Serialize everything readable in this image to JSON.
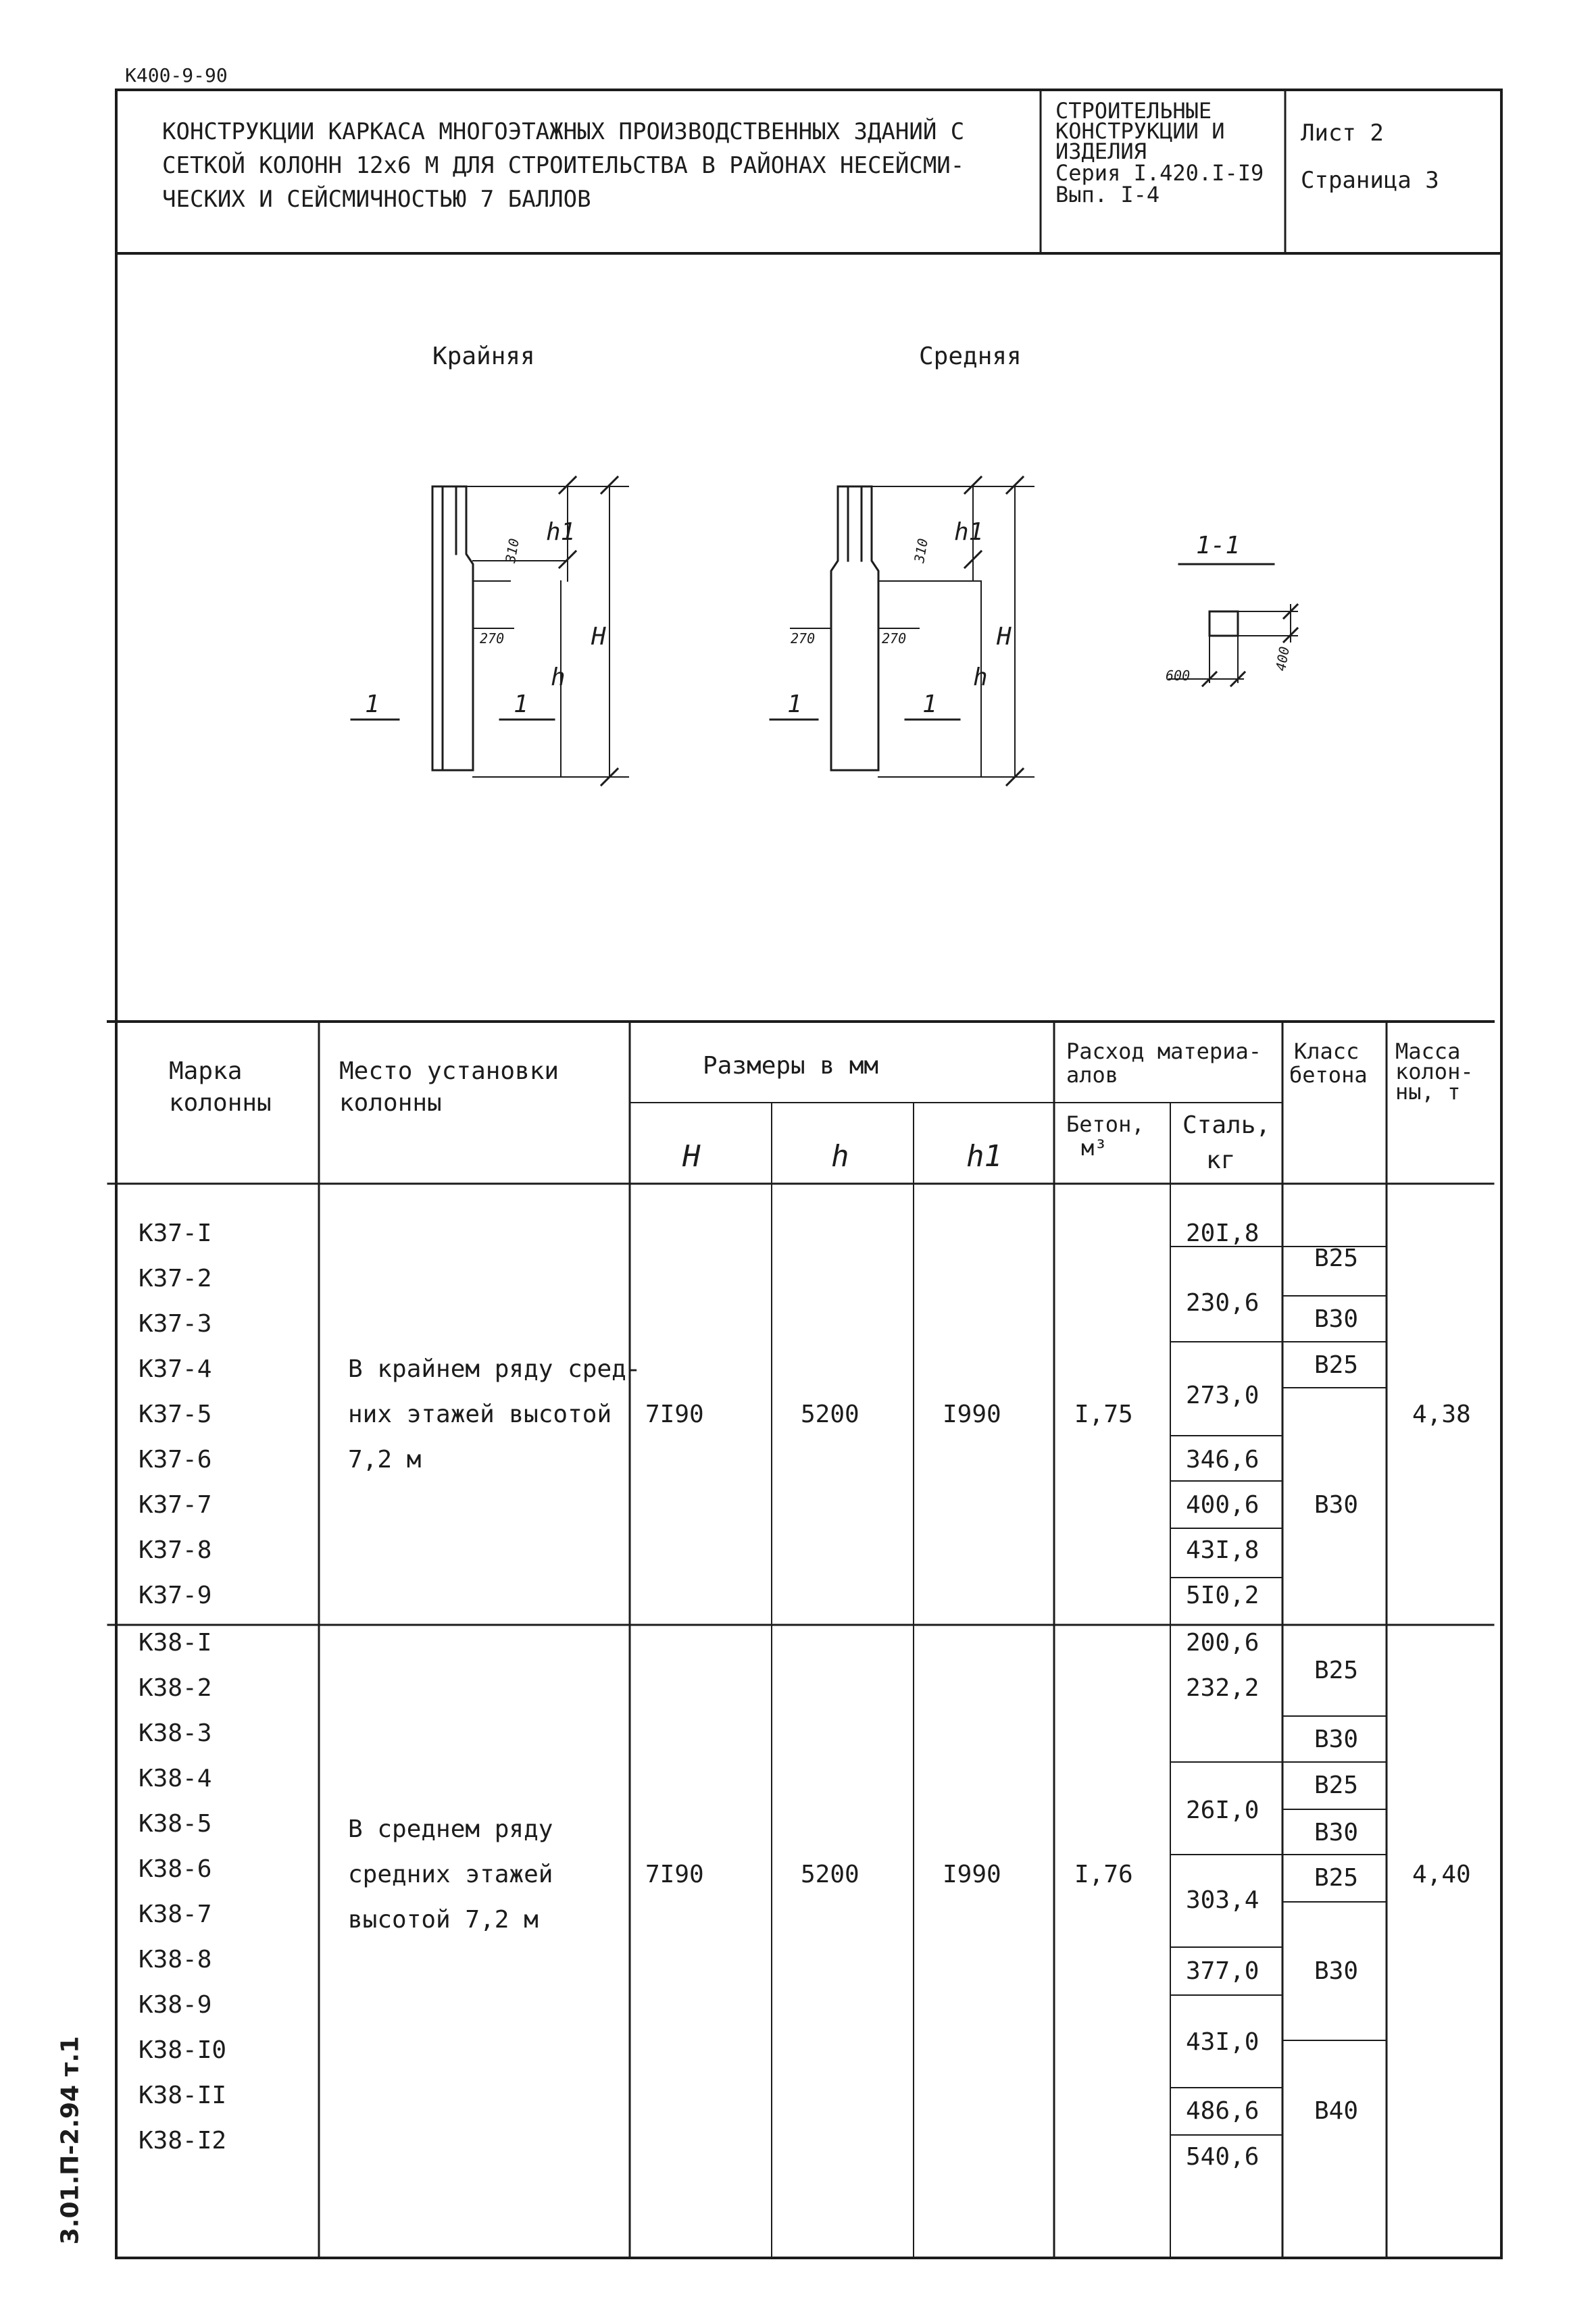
{
  "doc_code": "К400-9-90",
  "side_stamp": "3.01.П-2.94 т.1",
  "header": {
    "title_lines": [
      "КОНСТРУКЦИИ КАРКАСА МНОГОЭТАЖНЫХ ПРОИЗВОДСТВЕННЫХ ЗДАНИЙ С",
      "СЕТКОЙ КОЛОНН 12х6 М ДЛЯ СТРОИТЕЛЬСТВА В РАЙОНАХ НЕСЕЙСМИ-",
      "ЧЕСКИХ И СЕЙСМИЧНОСТЬЮ 7 БАЛЛОВ"
    ],
    "category_lines": [
      "СТРОИТЕЛЬНЫЕ",
      "КОНСТРУКЦИИ И",
      "ИЗДЕЛИЯ",
      "Серия I.420.I-I9",
      "Вып. I-4"
    ],
    "sheet": "Лист  2",
    "page": "Страница  3"
  },
  "drawing": {
    "title_edge": "Крайняя",
    "title_middle": "Средняя",
    "section_label": "1-1",
    "cut_label": "1",
    "dim_310": "310",
    "dim_270": "270",
    "dim_600": "600",
    "dim_400": "400",
    "dim_H": "Н",
    "dim_h": "h",
    "dim_h1": "h1"
  },
  "table": {
    "headers": {
      "mark": [
        "Марка",
        "колонны"
      ],
      "place": [
        "Место установки",
        "колонны"
      ],
      "dims": "Размеры в мм",
      "dim_H": "Н",
      "dim_h": "h",
      "dim_h1": "h1",
      "materials": [
        "Расход материа-",
        "алов"
      ],
      "concrete": [
        "Бетон,",
        "м³"
      ],
      "steel": [
        "Сталь,",
        "кг"
      ],
      "class": [
        "Класс",
        "бетона"
      ],
      "mass": [
        "Масса",
        "колон-",
        "ны, т"
      ]
    },
    "group1": {
      "marks": [
        "К37-I",
        "К37-2",
        "К37-3",
        "К37-4",
        "К37-5",
        "К37-6",
        "К37-7",
        "К37-8",
        "К37-9"
      ],
      "place": [
        "В крайнем ряду сред-",
        "них этажей высотой",
        "7,2 м"
      ],
      "H": "7I90",
      "h": "5200",
      "h1": "I990",
      "concrete": "I,75",
      "steel": [
        "20I,8",
        "230,6",
        "273,0",
        "346,6",
        "400,6",
        "43I,8",
        "5I0,2"
      ],
      "classes": [
        "В25",
        "В30",
        "В25",
        "В30"
      ],
      "mass": "4,38"
    },
    "group2": {
      "marks": [
        "К38-I",
        "К38-2",
        "К38-3",
        "К38-4",
        "К38-5",
        "К38-6",
        "К38-7",
        "К38-8",
        "К38-9",
        "К38-I0",
        "К38-II",
        "К38-I2"
      ],
      "place": [
        "В среднем ряду",
        "средних этажей",
        "высотой 7,2 м"
      ],
      "H": "7I90",
      "h": "5200",
      "h1": "I990",
      "concrete": "I,76",
      "steel": [
        "200,6",
        "232,2",
        "26I,0",
        "303,4",
        "377,0",
        "43I,0",
        "486,6",
        "540,6"
      ],
      "classes": [
        "В25",
        "В30",
        "В25",
        "В30",
        "В25",
        "В30",
        "В40"
      ],
      "mass": "4,40"
    }
  }
}
